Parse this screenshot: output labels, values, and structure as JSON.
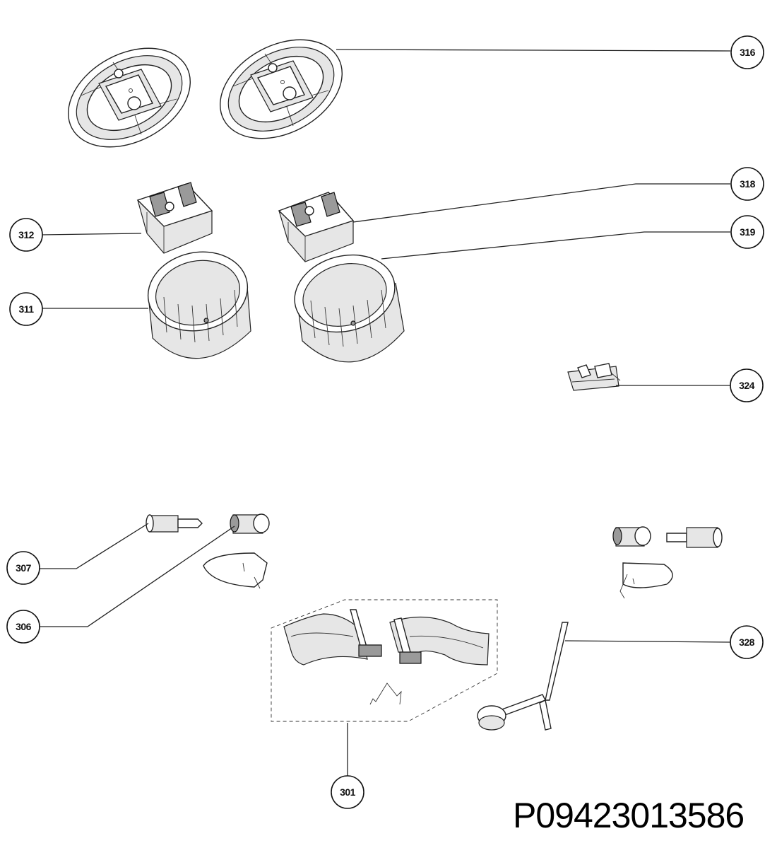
{
  "diagram": {
    "callouts": [
      "316",
      "318",
      "319",
      "312",
      "311",
      "324",
      "307",
      "306",
      "328",
      "301"
    ],
    "document_code": "P09423013586"
  }
}
